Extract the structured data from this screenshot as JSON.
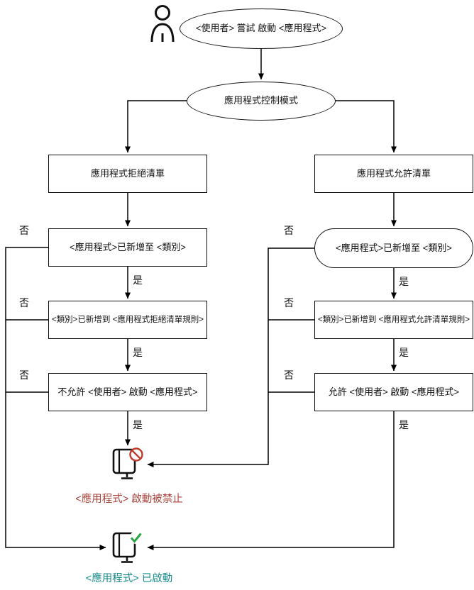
{
  "diagram": {
    "nodes": {
      "start": "<使用者> 嘗試 啟動 <應用程式>",
      "mode": "應用程式控制模式",
      "denylist_header": "應用程式拒絕清單",
      "allowlist_header": "應用程式允許清單",
      "deny_step1": "<應用程式>已新增至 <類別>",
      "deny_step2": "<類別>已新增到 <應用程式拒絕清單規則>",
      "deny_step3": "不允許 <使用者> 啟動 <應用程式>",
      "allow_step1": "<應用程式>已新增至 <類別>",
      "allow_step2": "<類別>已新增到 <應用程式允許清單規則>",
      "allow_step3": "允許 <使用者> 啟動 <應用程式>"
    },
    "branch_labels": {
      "yes": "是",
      "no": "否"
    },
    "outcomes": {
      "blocked": "<應用程式> 啟動被禁止",
      "started": "<應用程式> 已啟動"
    },
    "colors": {
      "line": "#000000",
      "blocked_text": "#a8433a",
      "started_text": "#178b8b",
      "blocked_icon_accent": "#c03a2b",
      "started_icon_accent": "#27a444"
    }
  }
}
